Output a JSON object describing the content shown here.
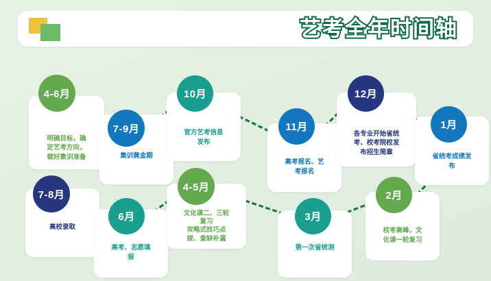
{
  "header": {
    "title": "艺考全年时间轴",
    "logo": {
      "name": "logo-squares",
      "yellow": "#edc13c",
      "green": "#6dbc6a"
    }
  },
  "theme": {
    "background": "#e4efe2",
    "card_background": "#ffffff",
    "connector_color": "#1c7a3f",
    "title_stroke": "#0b6b4b",
    "colors": {
      "green": "#63a94e",
      "blue": "#1378be",
      "teal": "#199e8f",
      "navy": "#27377f"
    }
  },
  "timeline": {
    "nodes": [
      {
        "id": "node-4-6",
        "month": "4-6月",
        "description": "明确目标，确\n定艺考方向，\n做好集训准备",
        "color": "#63a94e",
        "text_color": "#63a94e",
        "row": "top"
      },
      {
        "id": "node-7-9",
        "month": "7-9月",
        "description": "集训黄金期",
        "color": "#1378be",
        "text_color": "#1378be",
        "row": "top"
      },
      {
        "id": "node-10",
        "month": "10月",
        "description": "官方艺考信息\n发布",
        "color": "#199e8f",
        "text_color": "#199e8f",
        "row": "top"
      },
      {
        "id": "node-11",
        "month": "11月",
        "description": "高考报名、艺\n考报名",
        "color": "#1378be",
        "text_color": "#1378be",
        "row": "top"
      },
      {
        "id": "node-12",
        "month": "12月",
        "description": "各专业开始省统\n考、校考院校发\n布招生简章",
        "color": "#27377f",
        "text_color": "#27377f",
        "row": "top"
      },
      {
        "id": "node-1",
        "month": "1月",
        "description": "省统考成绩发\n布",
        "color": "#1378be",
        "text_color": "#1378be",
        "row": "top"
      },
      {
        "id": "node-7-8",
        "month": "7-8月",
        "description": "高校录取",
        "color": "#27377f",
        "text_color": "#27377f",
        "row": "bottom"
      },
      {
        "id": "node-6",
        "month": "6月",
        "description": "高考、志愿填\n报",
        "color": "#199e8f",
        "text_color": "#199e8f",
        "row": "bottom"
      },
      {
        "id": "node-4-5",
        "month": "4-5月",
        "description": "文化课二、三轮\n复习\n攻略式技巧点\n拨、查缺补漏",
        "color": "#63a94e",
        "text_color": "#63a94e",
        "row": "bottom"
      },
      {
        "id": "node-3",
        "month": "3月",
        "description": "第一次省统测",
        "color": "#199e8f",
        "text_color": "#199e8f",
        "row": "bottom"
      },
      {
        "id": "node-2",
        "month": "2月",
        "description": "校考高峰，文\n化课一轮复习",
        "color": "#63a94e",
        "text_color": "#63a94e",
        "row": "bottom"
      }
    ]
  }
}
